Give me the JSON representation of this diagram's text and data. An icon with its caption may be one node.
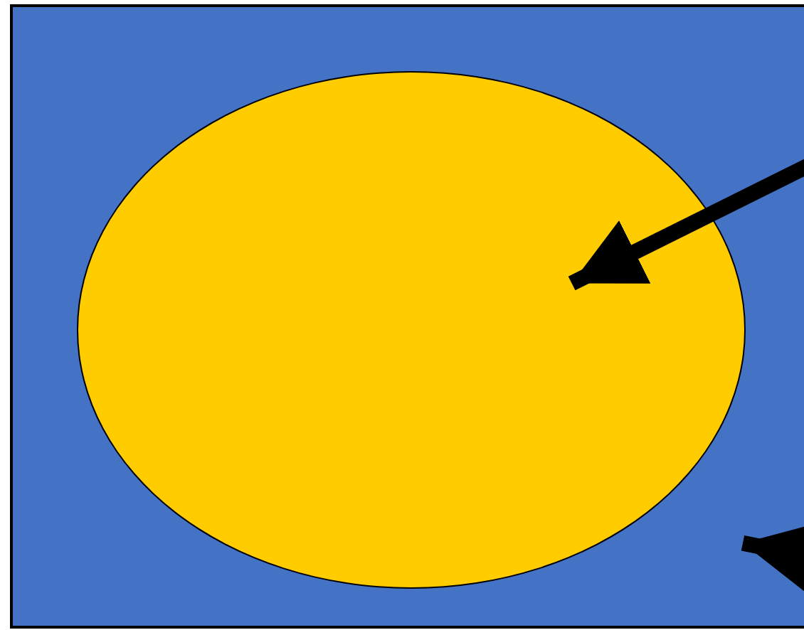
{
  "diagram": {
    "nodes": [
      {
        "text": [],
        "shape": "box"
      },
      {
        "text": [],
        "shape": "circle",
        "in": 0
      }
    ],
    "edges": [
      {
        "from": null,
        "to": 1,
        "arrow": "to"
      },
      {
        "from": null,
        "to": 0,
        "arrow": "to"
      }
    ]
  }
}
